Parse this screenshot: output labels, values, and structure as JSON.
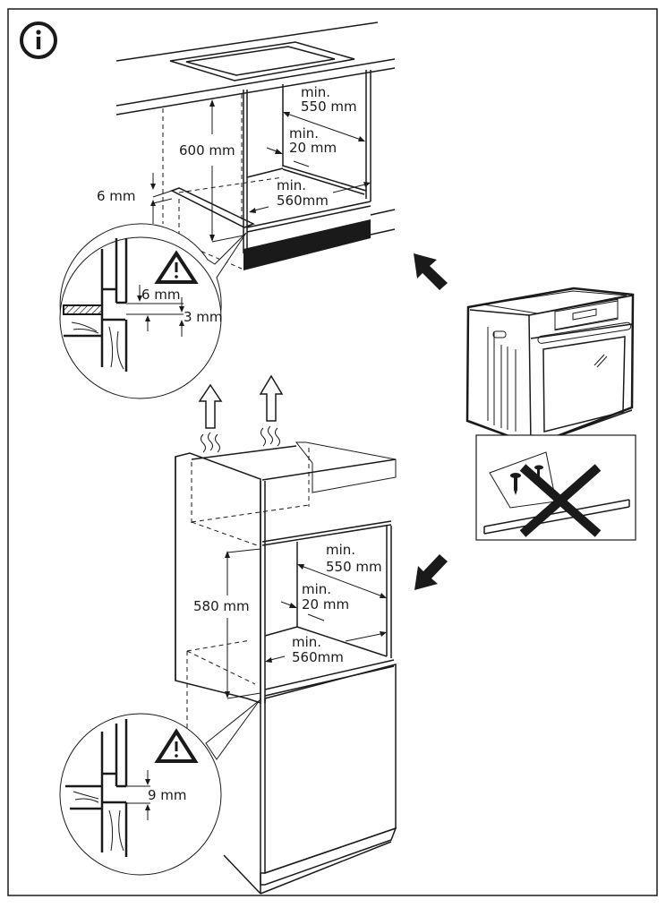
{
  "title": "Built-in oven installation dimensions",
  "icons": {
    "info": "i",
    "warning": "!"
  },
  "colors": {
    "line": "#1a1a1a",
    "background": "#ffffff"
  },
  "under_counter": {
    "height_label": "600 mm",
    "depth_label_1": "min.",
    "depth_label_2": "550 mm",
    "rear_gap_label_1": "min.",
    "rear_gap_label_2": "20 mm",
    "width_label_1": "min.",
    "width_label_2": "560mm",
    "offset_label": "6 mm",
    "detail": {
      "gap_top_label": "6 mm",
      "gap_bottom_label": "3 mm"
    }
  },
  "tall_cabinet": {
    "height_label": "580 mm",
    "depth_label_1": "min.",
    "depth_label_2": "550 mm",
    "rear_gap_label_1": "min.",
    "rear_gap_label_2": "20 mm",
    "width_label_1": "min.",
    "width_label_2": "560mm",
    "detail": {
      "gap_label": "9 mm"
    }
  },
  "notes": {
    "prohibited_item": "mounting bracket with screws (do not use)"
  }
}
